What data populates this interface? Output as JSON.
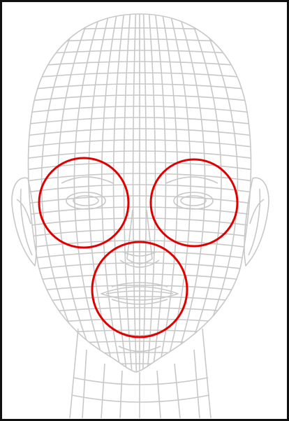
{
  "diagram": {
    "subject": "wireframe-head-mesh",
    "mesh_color": "#c8c8c8",
    "frame_color": "#111111",
    "highlight_color": "#e00000",
    "highlighted_regions": [
      "left-eye",
      "right-eye",
      "mouth"
    ]
  }
}
